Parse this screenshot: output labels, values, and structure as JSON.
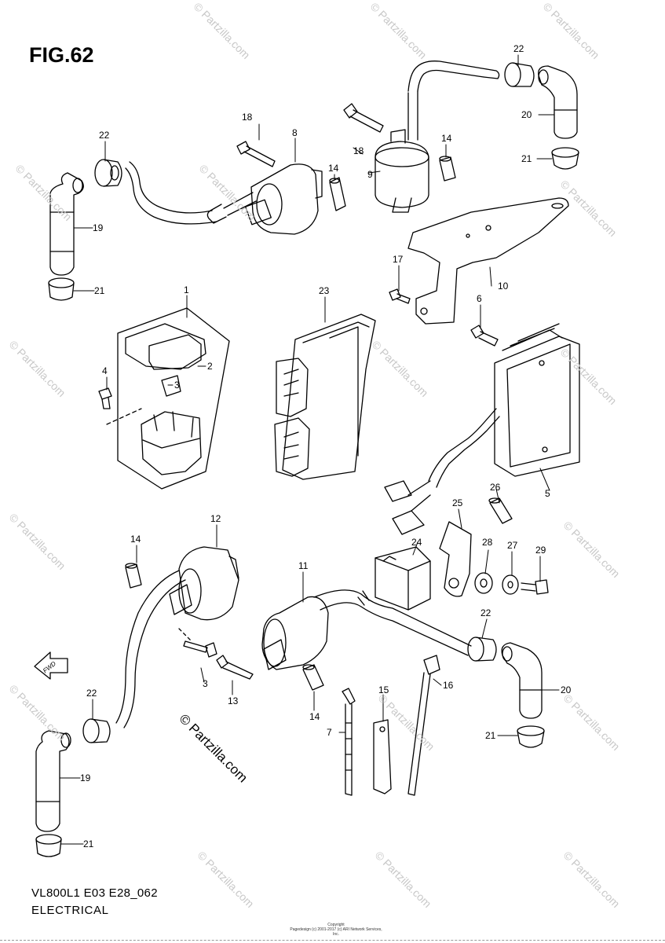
{
  "figure": {
    "title": "FIG.62",
    "model_code": "VL800L1 E03 E28_062",
    "section": "ELECTRICAL",
    "copyright_line1": "Copyright",
    "copyright_line2": "Pagedesign (c) 2001-2017 (c) ARI Network Services, Inc.",
    "brand_mark": "© Partzilla.com",
    "watermark": "© Partzilla.com"
  },
  "part_labels": {
    "p1": "1",
    "p2": "2",
    "p3": "3",
    "p3b": "3",
    "p4": "4",
    "p5": "5",
    "p6": "6",
    "p7": "7",
    "p8": "8",
    "p9": "9",
    "p10": "10",
    "p11": "11",
    "p12": "12",
    "p13": "13",
    "p14a": "14",
    "p14b": "14",
    "p14c": "14",
    "p14d": "14",
    "p15": "15",
    "p16": "16",
    "p17": "17",
    "p18a": "18",
    "p18b": "18",
    "p19a": "19",
    "p19b": "19",
    "p20a": "20",
    "p20b": "20",
    "p21a": "21",
    "p21b": "21",
    "p21c": "21",
    "p21d": "21",
    "p22a": "22",
    "p22b": "22",
    "p22c": "22",
    "p22d": "22",
    "p23": "23",
    "p24": "24",
    "p25": "25",
    "p26": "26",
    "p27": "27",
    "p28": "28",
    "p29": "29"
  },
  "fwd_label": "FWD"
}
